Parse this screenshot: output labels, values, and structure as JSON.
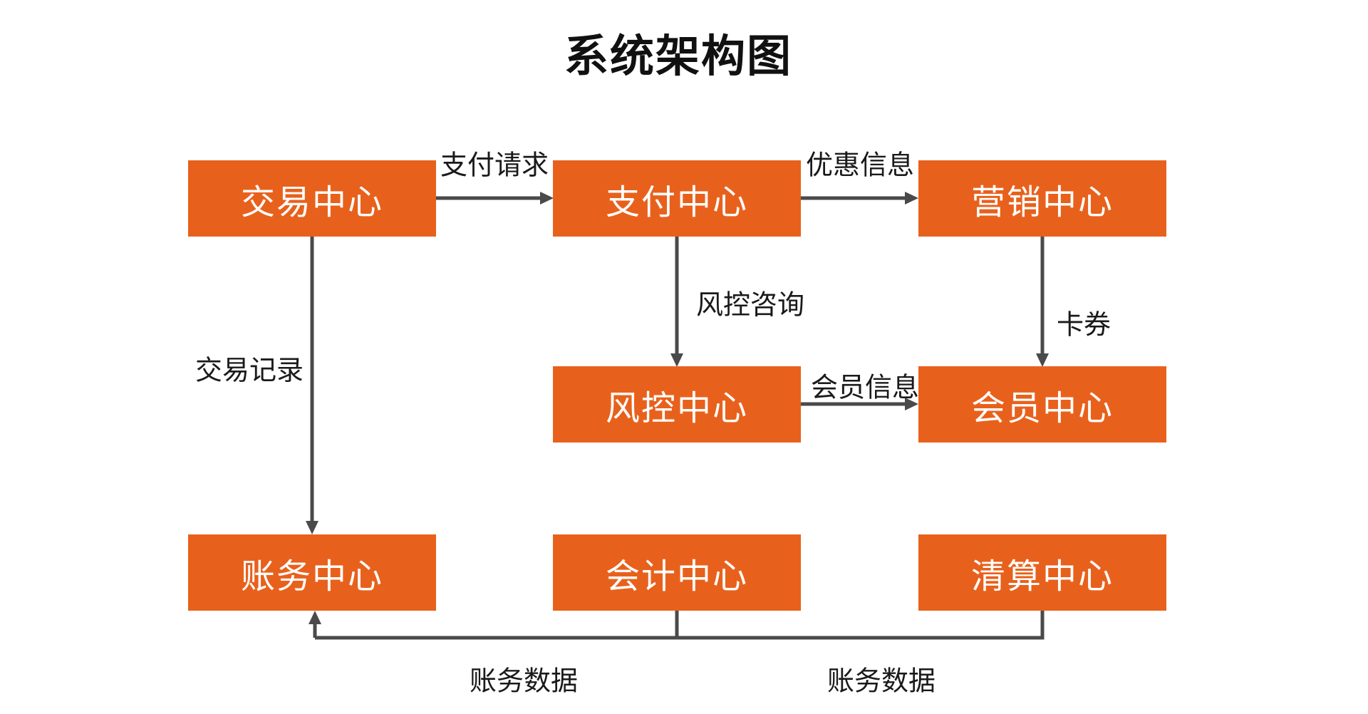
{
  "title": "系统架构图",
  "colors": {
    "node_fill": "#E8611C",
    "node_text": "#FFFFFF",
    "edge": "#4A4A4A",
    "label_text": "#1A1A1A",
    "background": "#FFFFFF"
  },
  "nodes": [
    {
      "id": "trading-center",
      "label": "交易中心"
    },
    {
      "id": "payment-center",
      "label": "支付中心"
    },
    {
      "id": "marketing-center",
      "label": "营销中心"
    },
    {
      "id": "risk-center",
      "label": "风控中心"
    },
    {
      "id": "member-center",
      "label": "会员中心"
    },
    {
      "id": "account-center",
      "label": "账务中心"
    },
    {
      "id": "accounting-center",
      "label": "会计中心"
    },
    {
      "id": "clearing-center",
      "label": "清算中心"
    }
  ],
  "edges": [
    {
      "from": "交易中心",
      "to": "支付中心",
      "label": "支付请求"
    },
    {
      "from": "支付中心",
      "to": "营销中心",
      "label": "优惠信息"
    },
    {
      "from": "支付中心",
      "to": "风控中心",
      "label": "风控咨询"
    },
    {
      "from": "营销中心",
      "to": "会员中心",
      "label": "卡券"
    },
    {
      "from": "风控中心",
      "to": "会员中心",
      "label": "会员信息"
    },
    {
      "from": "交易中心",
      "to": "账务中心",
      "label": "交易记录"
    },
    {
      "from": "会计中心",
      "to": "账务中心",
      "label": "账务数据"
    },
    {
      "from": "清算中心",
      "to": "账务中心",
      "label": "账务数据"
    }
  ]
}
